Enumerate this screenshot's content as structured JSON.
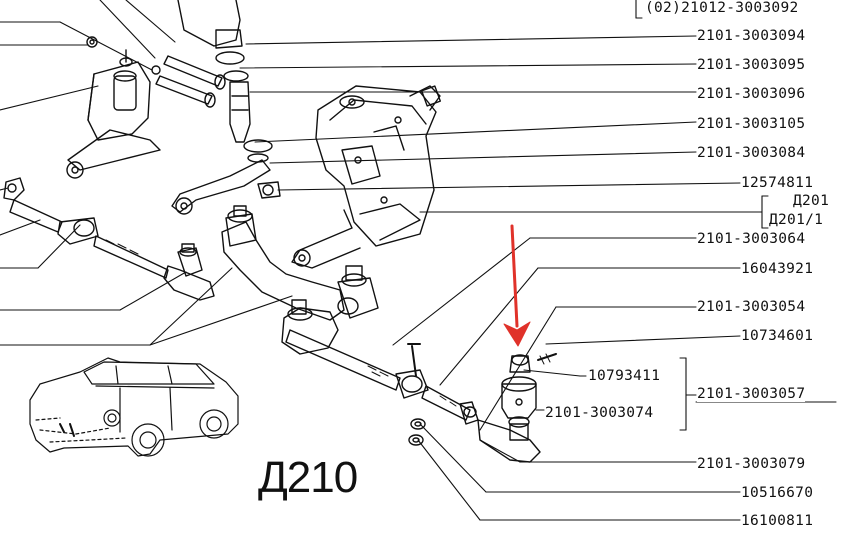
{
  "figure_code": "Д210",
  "part_numbers": {
    "p1": "(02)21012-3003092",
    "p2": "2101-3003094",
    "p3": "2101-3003095",
    "p4": "2101-3003096",
    "p5": "2101-3003105",
    "p6": "2101-3003084",
    "p7": "12574811",
    "p8a": "Д201",
    "p8b": "Д201/1",
    "p9": "2101-3003064",
    "p10": "16043921",
    "p11": "2101-3003054",
    "p12": "10734601",
    "p13": "10793411",
    "p14": "2101-3003057",
    "p15": "2101-3003074",
    "p16": "2101-3003079",
    "p17": "10516670",
    "p18": "16100811"
  },
  "colors": {
    "ink": "#111111",
    "arrow": "#e0322a",
    "background": "#ffffff"
  }
}
